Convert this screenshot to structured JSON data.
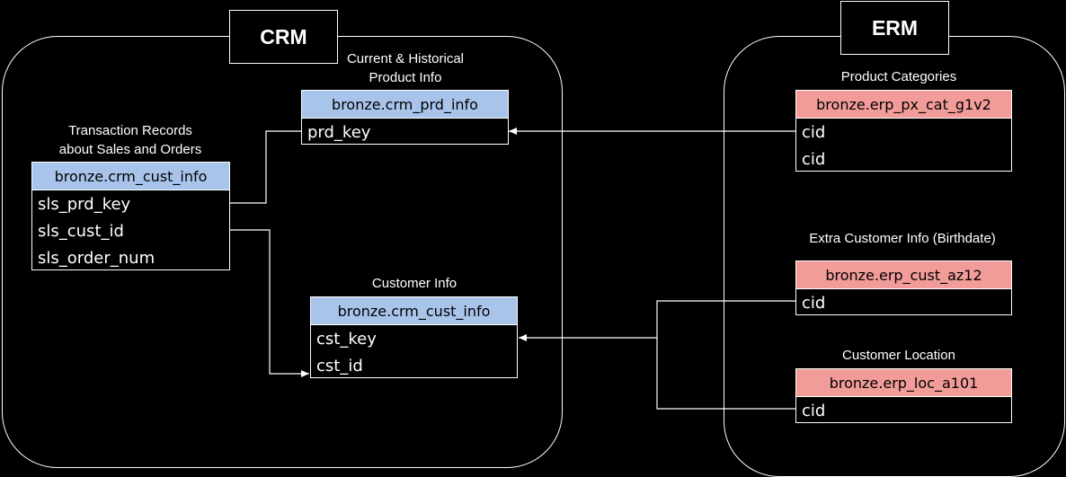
{
  "groups": {
    "crm": {
      "title": "CRM"
    },
    "erm": {
      "title": "ERM"
    }
  },
  "colors": {
    "crm_header": "#a9c4eb",
    "erp_header": "#f19c99",
    "line": "#ffffff",
    "background": "#000000"
  },
  "captions": {
    "prd_line1": "Current & Historical",
    "prd_line2": "Product Info",
    "sales_line1": "Transaction Records",
    "sales_line2": "about Sales and Orders",
    "cust": "Customer Info",
    "px_cat": "Product Categories",
    "cust_az12": "Extra Customer Info (Birthdate)",
    "loc": "Customer Location"
  },
  "tables": {
    "crm_prd_info": {
      "name": "bronze.crm_prd_info",
      "fields": [
        "prd_key"
      ]
    },
    "crm_sales": {
      "name": "bronze.crm_cust_info",
      "fields": [
        "sls_prd_key",
        "sls_cust_id",
        "sls_order_num"
      ]
    },
    "crm_cust_info": {
      "name": "bronze.crm_cust_info",
      "fields": [
        "cst_key",
        "cst_id"
      ]
    },
    "erp_px_cat": {
      "name": "bronze.erp_px_cat_g1v2",
      "fields": [
        "cid",
        "cid"
      ]
    },
    "erp_cust_az12": {
      "name": "bronze.erp_cust_az12",
      "fields": [
        "cid"
      ]
    },
    "erp_loc": {
      "name": "bronze.erp_loc_a101",
      "fields": [
        "cid"
      ]
    }
  }
}
